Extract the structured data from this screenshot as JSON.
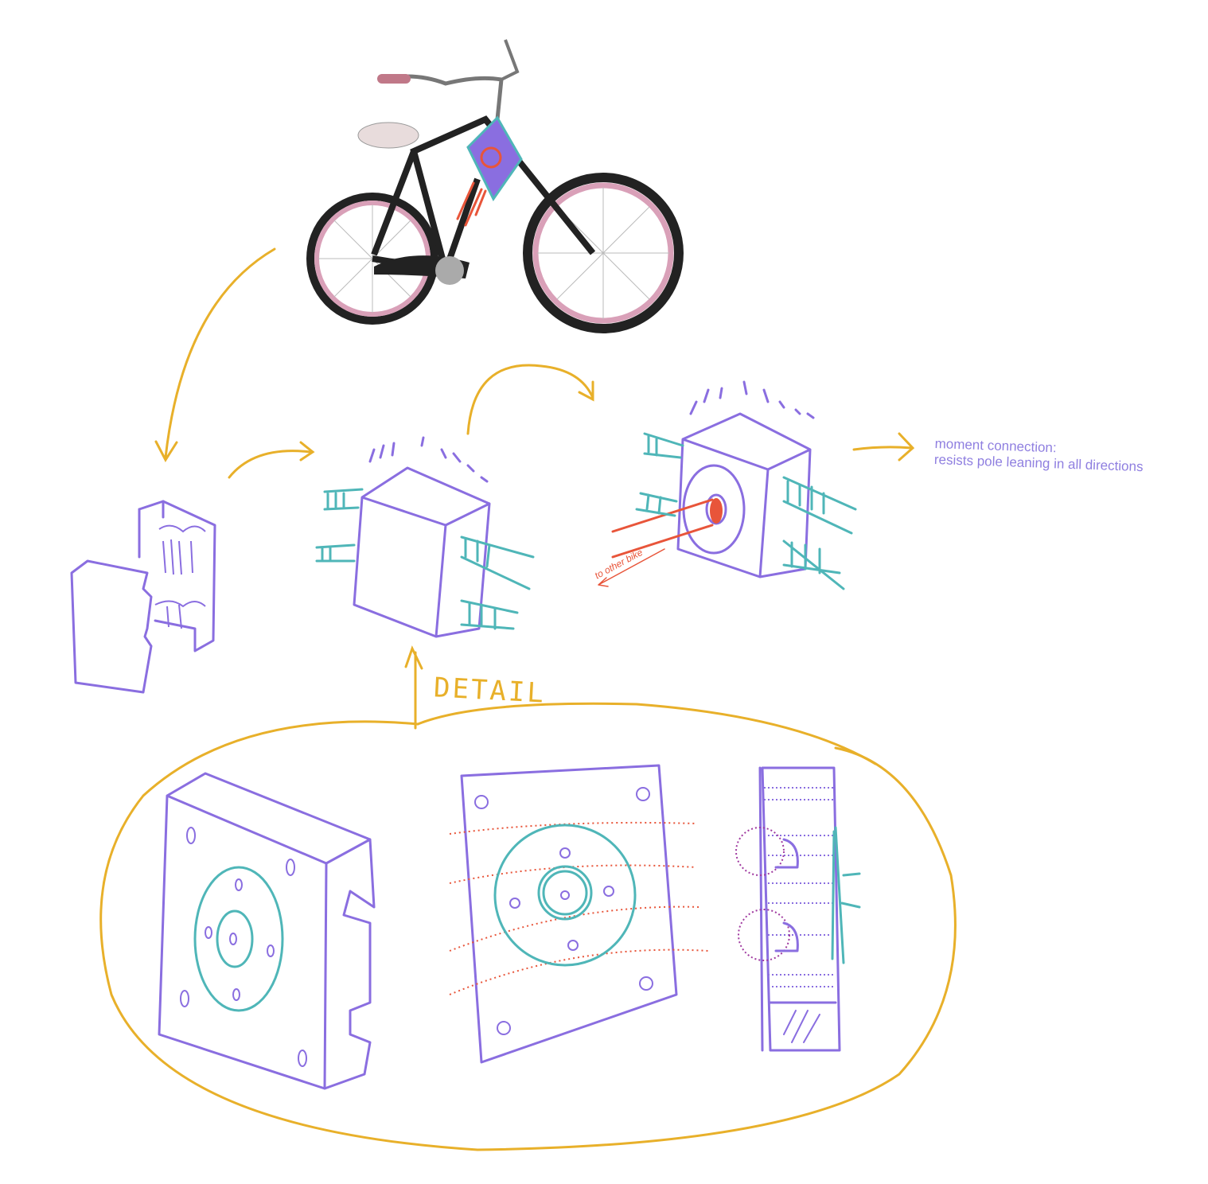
{
  "annotations": {
    "moment_note_line1": "moment connection:",
    "moment_note_line2": "resists pole leaning in all directions",
    "detail_label": "DETAIL",
    "pole_label": "to other bike"
  },
  "colors": {
    "sketch_purple": "#8a6ee0",
    "teal": "#4fb6b8",
    "arrow_orange": "#e8b02a",
    "pole_red": "#e8553a",
    "tire_pink": "#d9a0b8"
  }
}
